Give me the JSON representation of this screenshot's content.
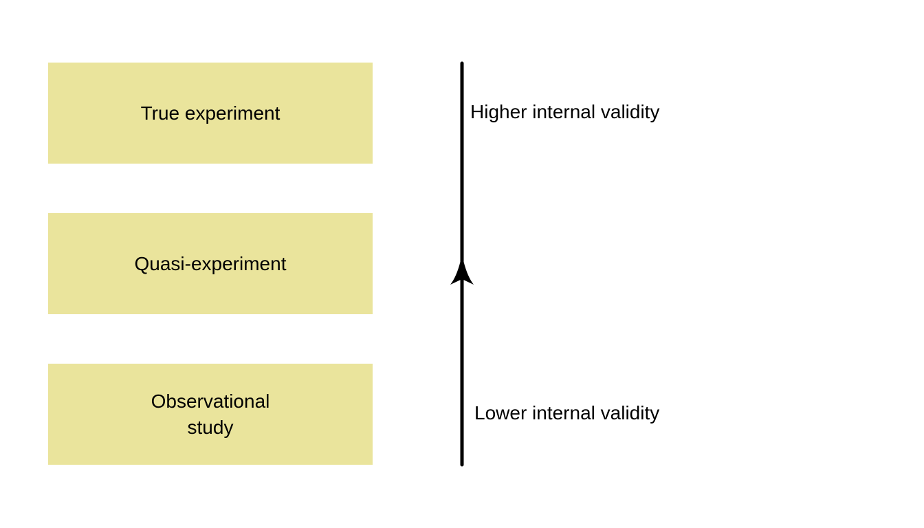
{
  "colors": {
    "box_fill": "#eae49c",
    "arrow": "#000000",
    "text": "#000000",
    "background": "#ffffff"
  },
  "boxes": [
    {
      "label": "True experiment"
    },
    {
      "label": "Quasi-experiment"
    },
    {
      "label": "Observational study"
    }
  ],
  "axis": {
    "top_label": "Higher internal validity",
    "bottom_label": "Lower internal validity",
    "direction": "up",
    "arrowhead_icon": "arrowhead-up-icon"
  }
}
